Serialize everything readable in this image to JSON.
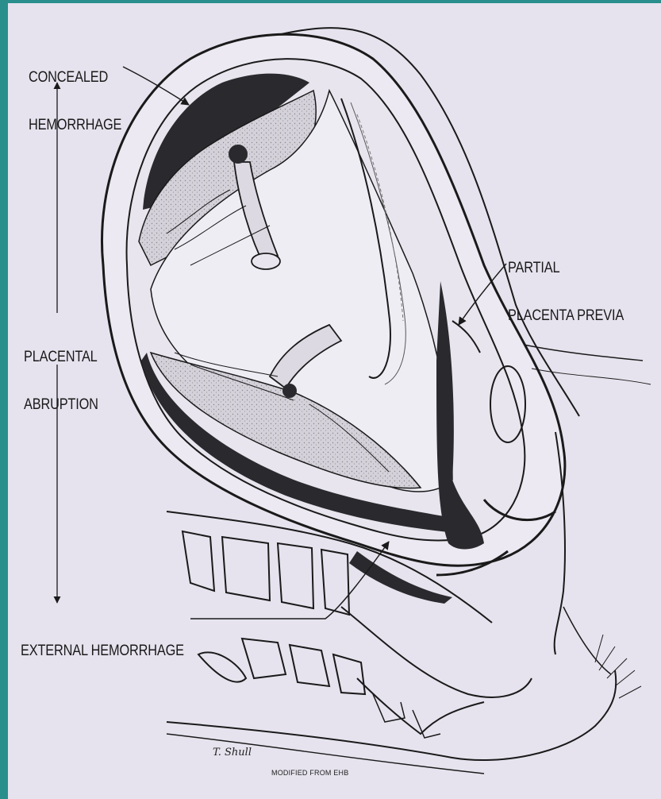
{
  "labels": {
    "concealed": [
      "CONCEALED",
      "HEMORRHAGE"
    ],
    "placental_abruption": [
      "PLACENTAL",
      "ABRUPTION"
    ],
    "placenta_previa": [
      "PARTIAL",
      "PLACENTA PREVIA"
    ],
    "external": "EXTERNAL HEMORRHAGE"
  },
  "credit": "MODIFIED FROM EHB",
  "signature": "T. Shull",
  "colors": {
    "background_frame": "#2a8f8c",
    "paper": "#e6e3ee",
    "ink": "#1a1a1a",
    "hemorrhage": "#2a2a2e",
    "placenta_shade": "#c9c6cf"
  }
}
